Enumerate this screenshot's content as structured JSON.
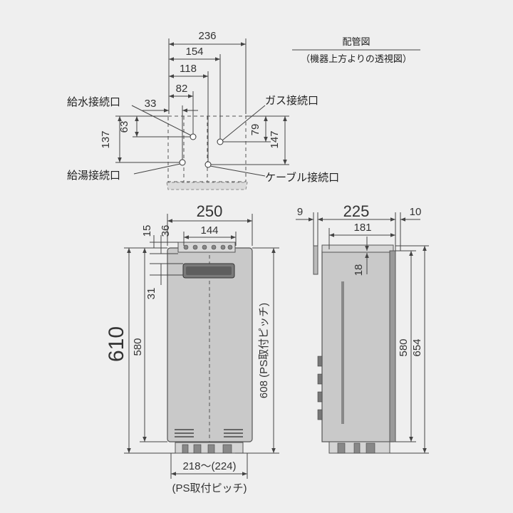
{
  "piping": {
    "title": "配管図",
    "subtitle": "（機器上方よりの透視図）",
    "labels": {
      "water_inlet": "給水接続口",
      "gas_inlet": "ガス接続口",
      "hot_water_outlet": "給湯接続口",
      "cable_inlet": "ケーブル接続口"
    },
    "dims": {
      "d236": "236",
      "d154": "154",
      "d118": "118",
      "d82": "82",
      "d33": "33",
      "d137": "137",
      "d63": "63",
      "d79": "79",
      "d147": "147"
    }
  },
  "front": {
    "dims": {
      "width": "250",
      "d144": "144",
      "d15": "15",
      "d36": "36",
      "d31": "31",
      "height": "610",
      "d580": "580",
      "pitch_v": "608 (PS取付ピッチ)",
      "pitch_h": "218～(224)",
      "pitch_h_note": "(PS取付ピッチ)"
    }
  },
  "side": {
    "dims": {
      "d9": "9",
      "depth": "225",
      "d10": "10",
      "d181": "181",
      "d18": "18",
      "d580": "580",
      "d654": "654"
    }
  }
}
